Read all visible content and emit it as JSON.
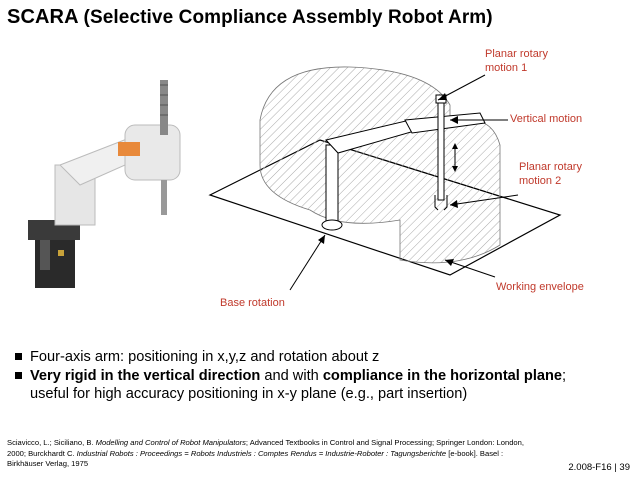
{
  "title": {
    "main": "SCARA",
    "sub": "(Selective Compliance Assembly Robot Arm)"
  },
  "diagram_labels": {
    "planar1_line1": "Planar rotary",
    "planar1_line2": "motion 1",
    "vertical": "Vertical motion",
    "planar2_line1": "Planar rotary",
    "planar2_line2": "motion 2",
    "envelope": "Working envelope",
    "base": "Base rotation"
  },
  "bullets": {
    "b1": "Four-axis arm: positioning in x,y,z and rotation about z",
    "b2_bold1": "Very rigid in the vertical direction",
    "b2_mid": " and with ",
    "b2_bold2": "compliance in the horizontal plane",
    "b2_end": ";",
    "b2_line2": "useful for high accuracy positioning in x-y plane (e.g., part insertion)"
  },
  "reference": {
    "p1": "Sciavicco, L.; Siciliano, B. ",
    "p1_i": "Modelling and Control of Robot Manipulators",
    "p2": "; Advanced Textbooks in Control and Signal Processing; Springer London: London, 2000; Burckhardt C. ",
    "p2_i": "Industrial Robots : Proceedings = Robots Industriels : Comptes Rendus = Industrie-Roboter : Tagungsberichte",
    "p3": " [e-book]. Basel : Birkhäuser Verlag, 1975"
  },
  "page_number": "2.008-F16 | 39",
  "colors": {
    "label_red": "#c0392b",
    "robot_orange": "#e8893a",
    "title": "#000000"
  },
  "icons": {
    "bullet": "square-bullet-icon"
  }
}
